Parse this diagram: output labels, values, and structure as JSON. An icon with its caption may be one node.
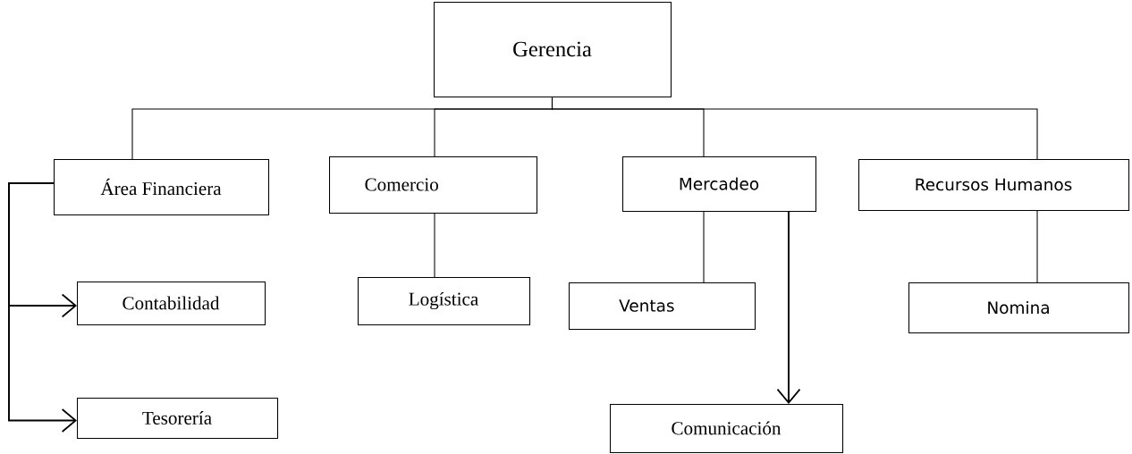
{
  "diagram": {
    "nodes": [
      {
        "text": [
          "Gerencia"
        ]
      },
      {
        "text": [
          "Área Financiera"
        ]
      },
      {
        "text": [
          "Comercio"
        ]
      },
      {
        "text": [
          "Mercadeo"
        ]
      },
      {
        "text": [
          "Recursos Humanos"
        ]
      },
      {
        "text": [
          "Contabilidad"
        ]
      },
      {
        "text": [
          "Logística"
        ]
      },
      {
        "text": [
          "Ventas"
        ]
      },
      {
        "text": [
          "Nomina"
        ]
      },
      {
        "text": [
          "Tesorería"
        ]
      },
      {
        "text": [
          "Comunicación"
        ]
      }
    ],
    "edges": [
      {
        "from": 0,
        "to": 1,
        "arrow": "none"
      },
      {
        "from": 0,
        "to": 2,
        "arrow": "none"
      },
      {
        "from": 0,
        "to": 3,
        "arrow": "none"
      },
      {
        "from": 0,
        "to": 4,
        "arrow": "none"
      },
      {
        "from": 2,
        "to": 6,
        "arrow": "none"
      },
      {
        "from": 3,
        "to": 7,
        "arrow": "none"
      },
      {
        "from": 4,
        "to": 8,
        "arrow": "none"
      },
      {
        "from": 1,
        "to": 5,
        "arrow": "to"
      },
      {
        "from": 1,
        "to": 9,
        "arrow": "to"
      },
      {
        "from": 3,
        "to": 10,
        "arrow": "to"
      }
    ]
  }
}
